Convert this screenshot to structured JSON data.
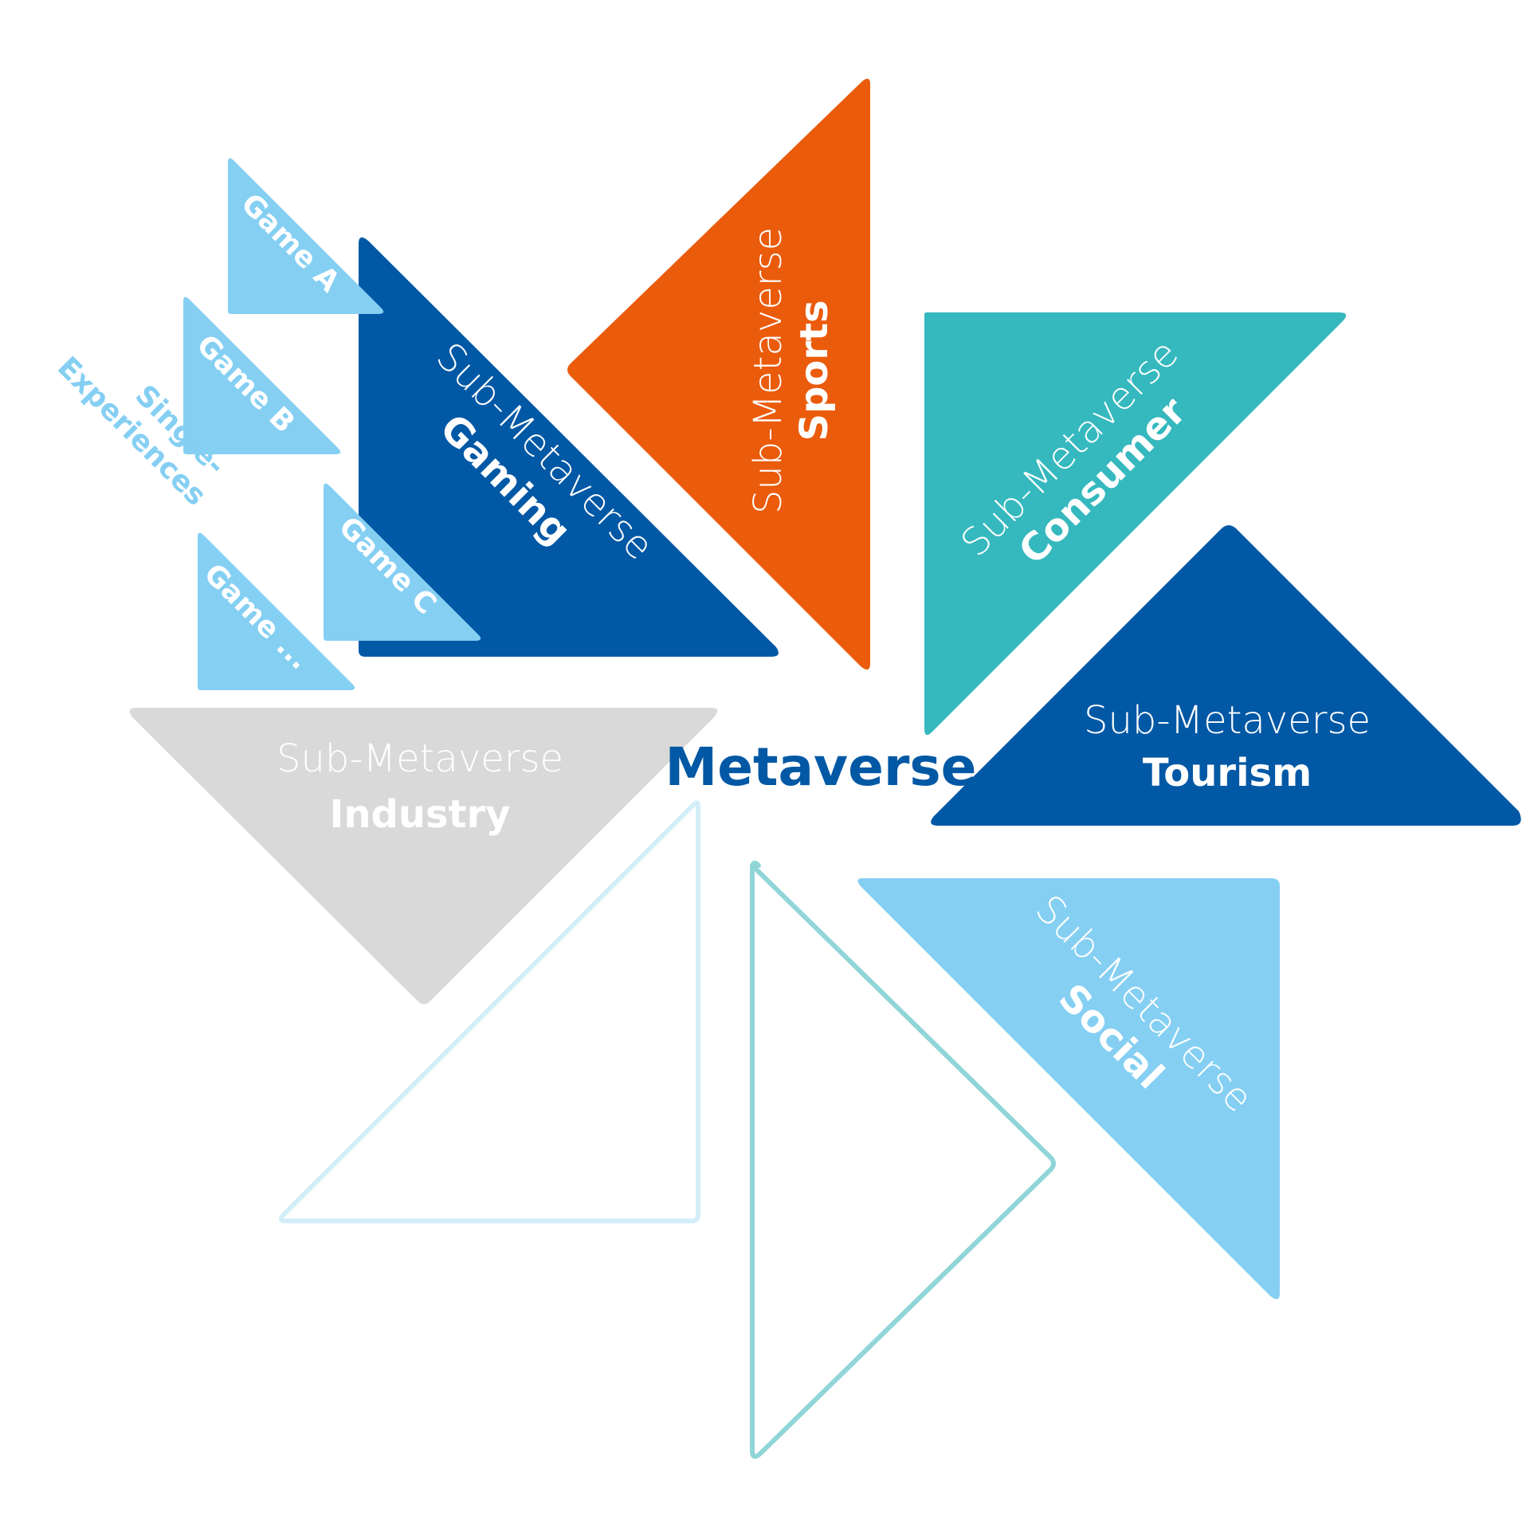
{
  "center": {
    "label": "Metaverse"
  },
  "sub_metaverses": [
    {
      "id": "sports",
      "prefix": "Sub-Metaverse",
      "name": "Sports"
    },
    {
      "id": "consumer",
      "prefix": "Sub-Metaverse",
      "name": "Consumer"
    },
    {
      "id": "tourism",
      "prefix": "Sub-Metaverse",
      "name": "Tourism"
    },
    {
      "id": "social",
      "prefix": "Sub-Metaverse",
      "name": "Social"
    },
    {
      "id": "industry",
      "prefix": "Sub-Metaverse",
      "name": "Industry"
    },
    {
      "id": "gaming",
      "prefix": "Sub-Metaverse",
      "name": "Gaming"
    }
  ],
  "games": [
    "Game A",
    "Game B",
    "Game C",
    "Game ..."
  ],
  "single_experiences": {
    "line1": "Single-",
    "line2": "Experiences"
  },
  "colors": {
    "dark_blue": "#0158A5",
    "orange": "#EA5B0C",
    "teal": "#35B8BE",
    "light_blue": "#85CFF3",
    "grey": "#D9D9D9",
    "outline_light": "#D3EEF9",
    "outline_teal": "#90D5D7",
    "white": "#FFFFFF"
  }
}
